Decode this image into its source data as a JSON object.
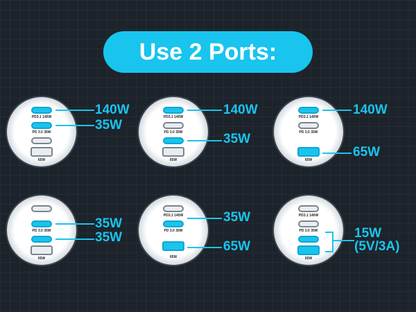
{
  "title": "Use 2 Ports:",
  "port_labels": {
    "c1": "PD3.1 140W",
    "c2": "PD 3.0 35W",
    "a": "65W"
  },
  "colors": {
    "accent": "#19c4ee",
    "background": "#1c232b"
  },
  "configs": [
    {
      "active": [
        "c1",
        "c2"
      ],
      "callouts": [
        "140W",
        "35W"
      ]
    },
    {
      "active": [
        "c1",
        "c2"
      ],
      "callouts": [
        "140W",
        "35W"
      ]
    },
    {
      "active": [
        "c1",
        "a"
      ],
      "callouts": [
        "140W",
        "65W"
      ]
    },
    {
      "active": [
        "c2",
        "c2"
      ],
      "callouts": [
        "35W",
        "35W"
      ]
    },
    {
      "active": [
        "c2",
        "a"
      ],
      "callouts": [
        "35W",
        "65W"
      ]
    },
    {
      "active": [
        "c2",
        "a"
      ],
      "callouts": [
        "15W",
        "(5V/3A)"
      ]
    }
  ]
}
